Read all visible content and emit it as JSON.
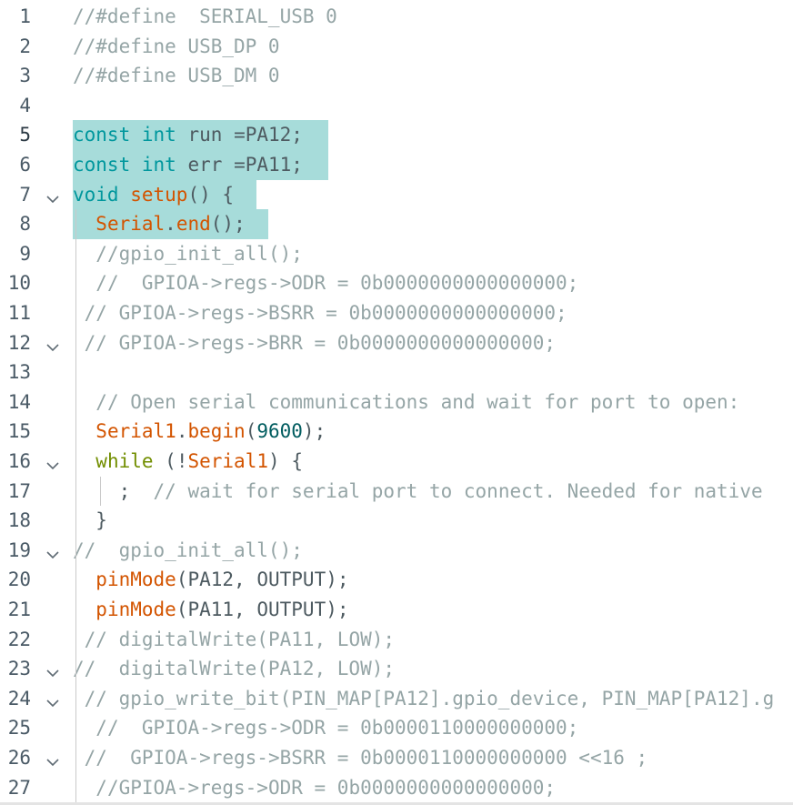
{
  "editor": {
    "lines": [
      {
        "n": "1",
        "code": "//#define  SERIAL_USB 0"
      },
      {
        "n": "2",
        "code": "//#define USB_DP 0"
      },
      {
        "n": "3",
        "code": "//#define USB_DM 0"
      },
      {
        "n": "4",
        "code": ""
      },
      {
        "n": "5",
        "code": "const int run =PA12;"
      },
      {
        "n": "6",
        "code": "const int err =PA11;"
      },
      {
        "n": "7",
        "code": "void setup() {"
      },
      {
        "n": "8",
        "code": "  Serial.end();"
      },
      {
        "n": "9",
        "code": "  //gpio_init_all();"
      },
      {
        "n": "10",
        "code": "  //  GPIOA->regs->ODR = 0b0000000000000000;"
      },
      {
        "n": "11",
        "code": " // GPIOA->regs->BSRR = 0b0000000000000000;"
      },
      {
        "n": "12",
        "code": " // GPIOA->regs->BRR = 0b0000000000000000;"
      },
      {
        "n": "13",
        "code": ""
      },
      {
        "n": "14",
        "code": "  // Open serial communications and wait for port to open:"
      },
      {
        "n": "15",
        "code": "  Serial1.begin(9600);"
      },
      {
        "n": "16",
        "code": "  while (!Serial1) {"
      },
      {
        "n": "17",
        "code": "    ;  // wait for serial port to connect. Needed for native"
      },
      {
        "n": "18",
        "code": "  }"
      },
      {
        "n": "19",
        "code": "//  gpio_init_all();"
      },
      {
        "n": "20",
        "code": "  pinMode(PA12, OUTPUT);"
      },
      {
        "n": "21",
        "code": "  pinMode(PA11, OUTPUT);"
      },
      {
        "n": "22",
        "code": " // digitalWrite(PA11, LOW);"
      },
      {
        "n": "23",
        "code": "//  digitalWrite(PA12, LOW);"
      },
      {
        "n": "24",
        "code": " // gpio_write_bit(PIN_MAP[PA12].gpio_device, PIN_MAP[PA12].g"
      },
      {
        "n": "25",
        "code": "  //  GPIOA->regs->ODR = 0b0000110000000000;"
      },
      {
        "n": "26",
        "code": " //  GPIOA->regs->BSRR = 0b0000110000000000 <<16 ;"
      },
      {
        "n": "27",
        "code": "  //GPIOA->regs->ODR = 0b0000000000000000;"
      }
    ],
    "fold_lines": [
      "7",
      "12",
      "16",
      "19",
      "23",
      "24",
      "26"
    ],
    "selected_lines": [
      "5",
      "6",
      "7",
      "8"
    ],
    "active_line": "5",
    "icons": {
      "fold": "chevron-down-icon"
    },
    "colors": {
      "comment": "#95a5a6",
      "keyword": "#00979d",
      "function": "#d35400",
      "control": "#728e00",
      "number": "#005c5f",
      "text": "#4e5b61",
      "selection": "#a7dcda",
      "line_number": "#4a5a66"
    }
  }
}
